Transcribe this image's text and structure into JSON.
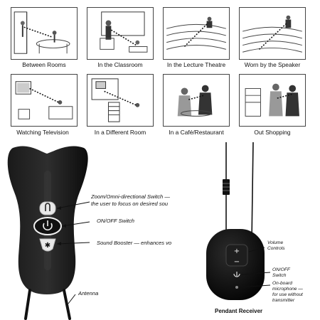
{
  "scenes": [
    {
      "label": "Between Rooms"
    },
    {
      "label": "In the Classroom"
    },
    {
      "label": "In the Lecture Theatre"
    },
    {
      "label": "Worn by the Speaker"
    },
    {
      "label": "Watching Television"
    },
    {
      "label": "In a Different Room"
    },
    {
      "label": "In a Café/Restaurant"
    },
    {
      "label": "Out Shopping"
    }
  ],
  "transmitter": {
    "zoom_switch": "Zoom/Omni-directional Switch —",
    "zoom_switch_cont": "the user to focus on desired sou",
    "onoff": "ON/OFF Switch",
    "booster": "Sound Booster — enhances vo",
    "antenna": "Antenna"
  },
  "pendant": {
    "title": "Pendant Receiver",
    "volume": "Volume\nControls",
    "onoff": "ON/OFF\nSwitch",
    "mic": "On-board\nmicrophone —\nfor use without\ntransmitter"
  }
}
